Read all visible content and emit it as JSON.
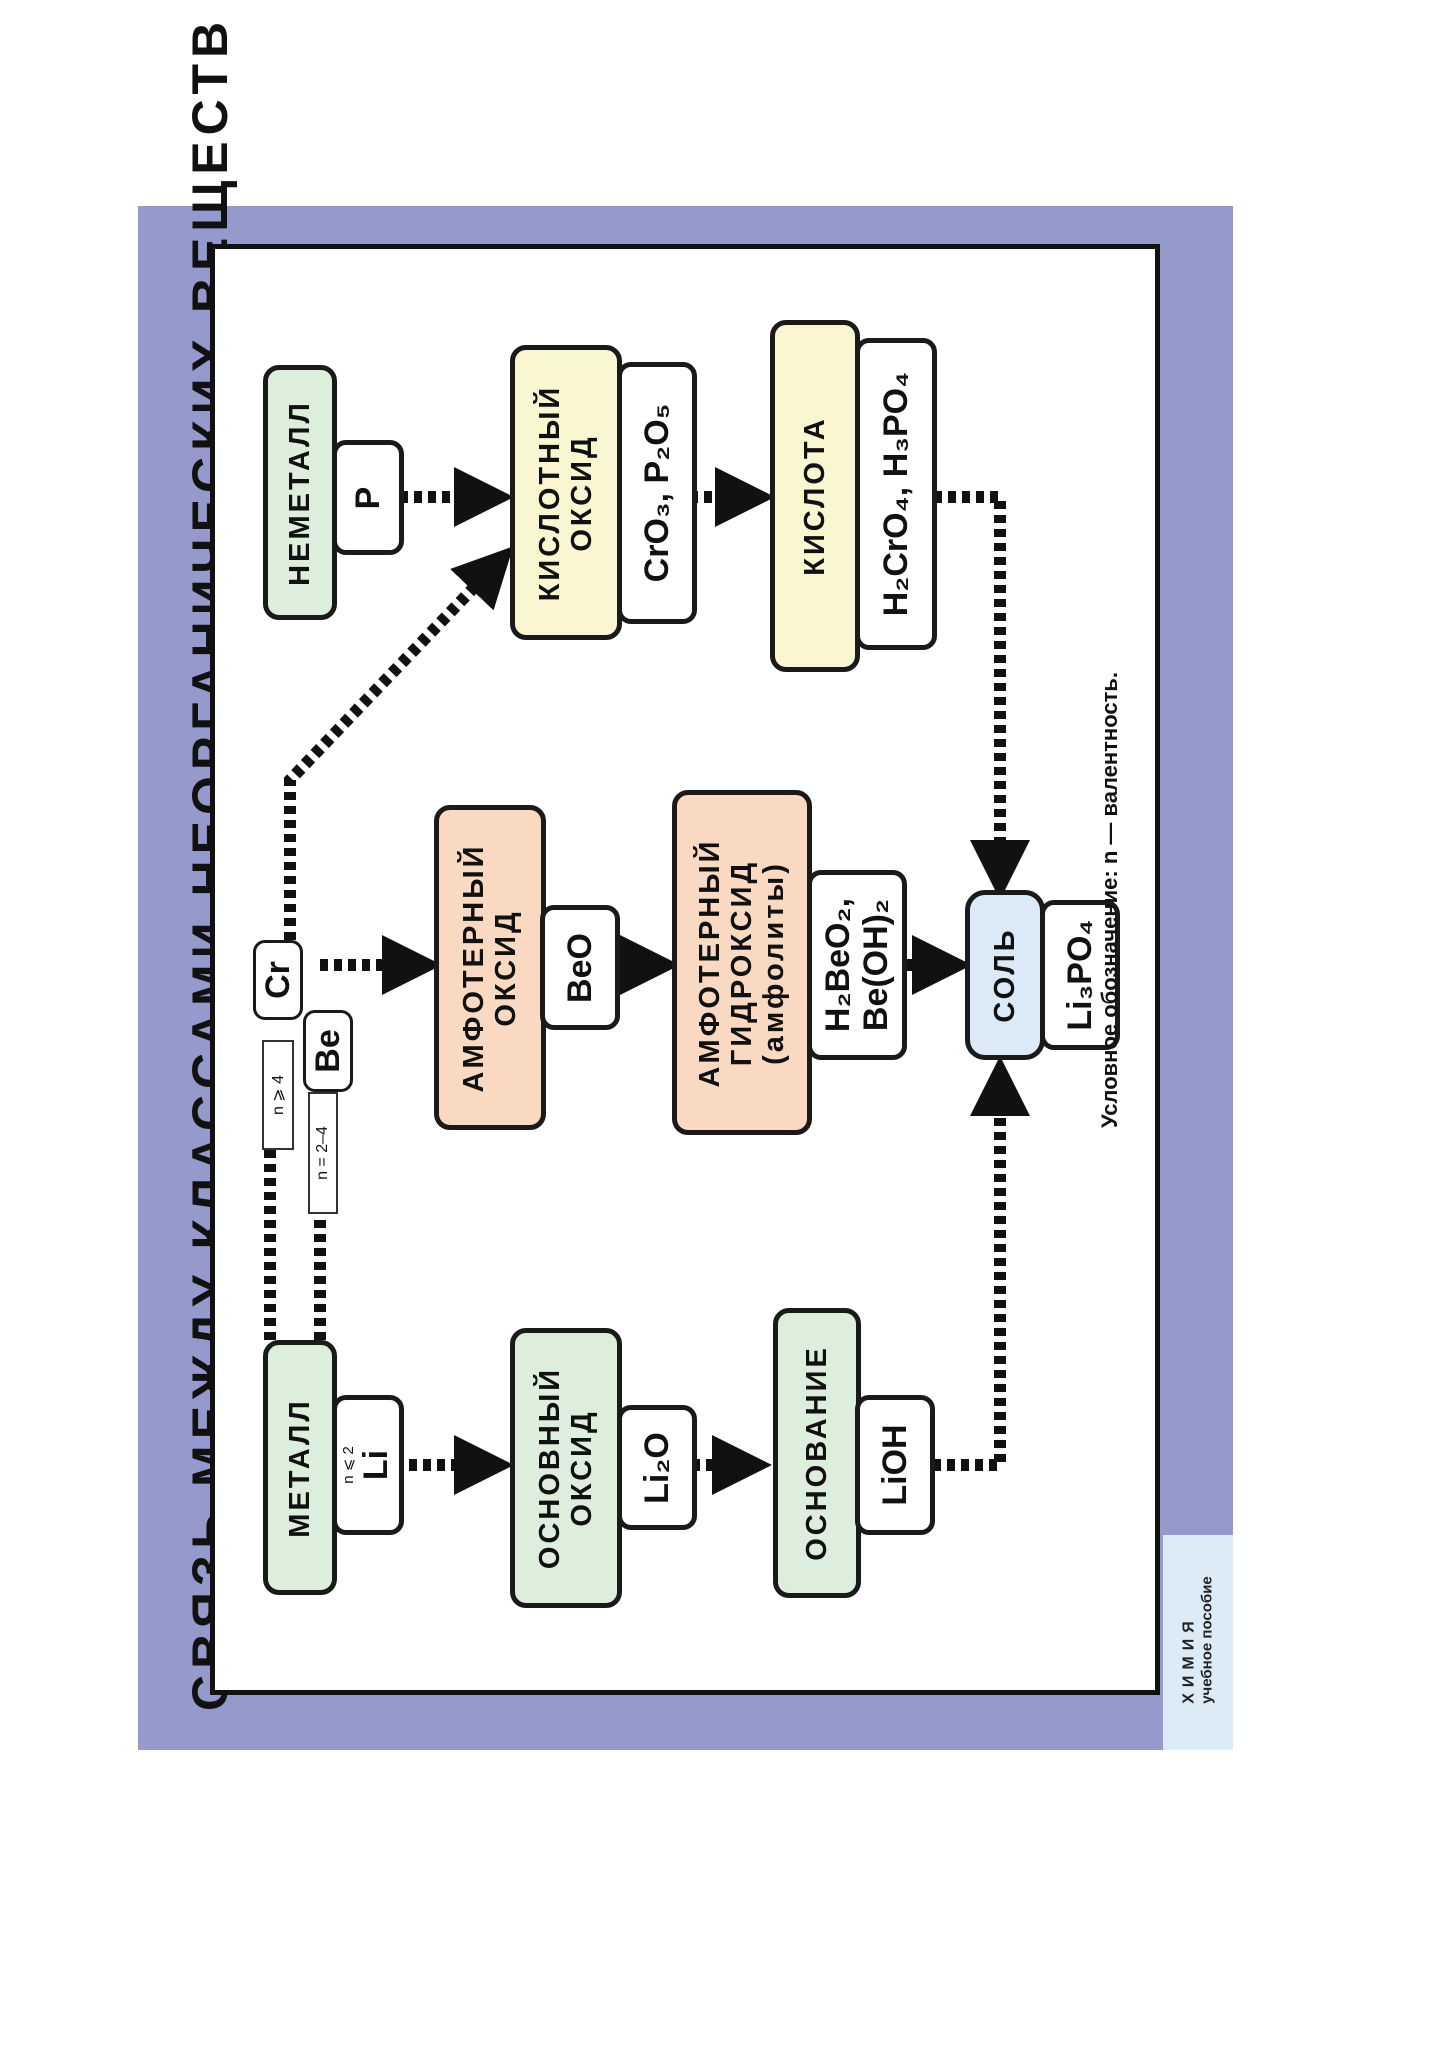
{
  "title": "СВЯЗЬ МЕЖДУ КЛАССАМИ НЕОРГАНИЧЕСКИХ ВЕЩЕСТВ",
  "nodes": {
    "metal": {
      "label": "МЕТАЛЛ",
      "example": "Li",
      "valence": "n ⩽ 2"
    },
    "nonmetal": {
      "label": "НЕМЕТАЛЛ",
      "example": "P"
    },
    "basic_oxide": {
      "label_line1": "ОСНОВНЫЙ",
      "label_line2": "ОКСИД",
      "formula": "Li₂O"
    },
    "amphoteric_oxide": {
      "label_line1": "АМФОТЕРНЫЙ",
      "label_line2": "ОКСИД",
      "formula": "BeO"
    },
    "acid_oxide": {
      "label_line1": "КИСЛОТНЫЙ",
      "label_line2": "ОКСИД",
      "formula": "CrO₃, P₂O₅"
    },
    "base": {
      "label": "ОСНОВАНИЕ",
      "formula": "LiOH"
    },
    "amphoteric_hydroxide": {
      "label_line1": "АМФОТЕРНЫЙ",
      "label_line2": "ГИДРОКСИД",
      "label_line3": "(амфолиты)",
      "formula_line1": "H₂BeO₂,",
      "formula_line2": "Be(OH)₂"
    },
    "acid": {
      "label": "КИСЛОТА",
      "formula": "H₂CrO₄, H₃PO₄"
    },
    "salt": {
      "label": "СОЛЬ",
      "formula": "Li₃PO₄"
    }
  },
  "metal_examples": {
    "cr": {
      "symbol": "Cr",
      "valence": "n ⩾ 4"
    },
    "be": {
      "symbol": "Be",
      "valence": "n = 2–4"
    }
  },
  "legend": "Условное обозначение: n — валентность.",
  "footer": {
    "subject": "ХИМИЯ",
    "subtitle": "учебное пособие"
  },
  "colors": {
    "border": "#9599cc",
    "green": "#deeedd",
    "yellow": "#fbf6d2",
    "peach": "#f9d9c2",
    "blue": "#dbeaf6"
  }
}
